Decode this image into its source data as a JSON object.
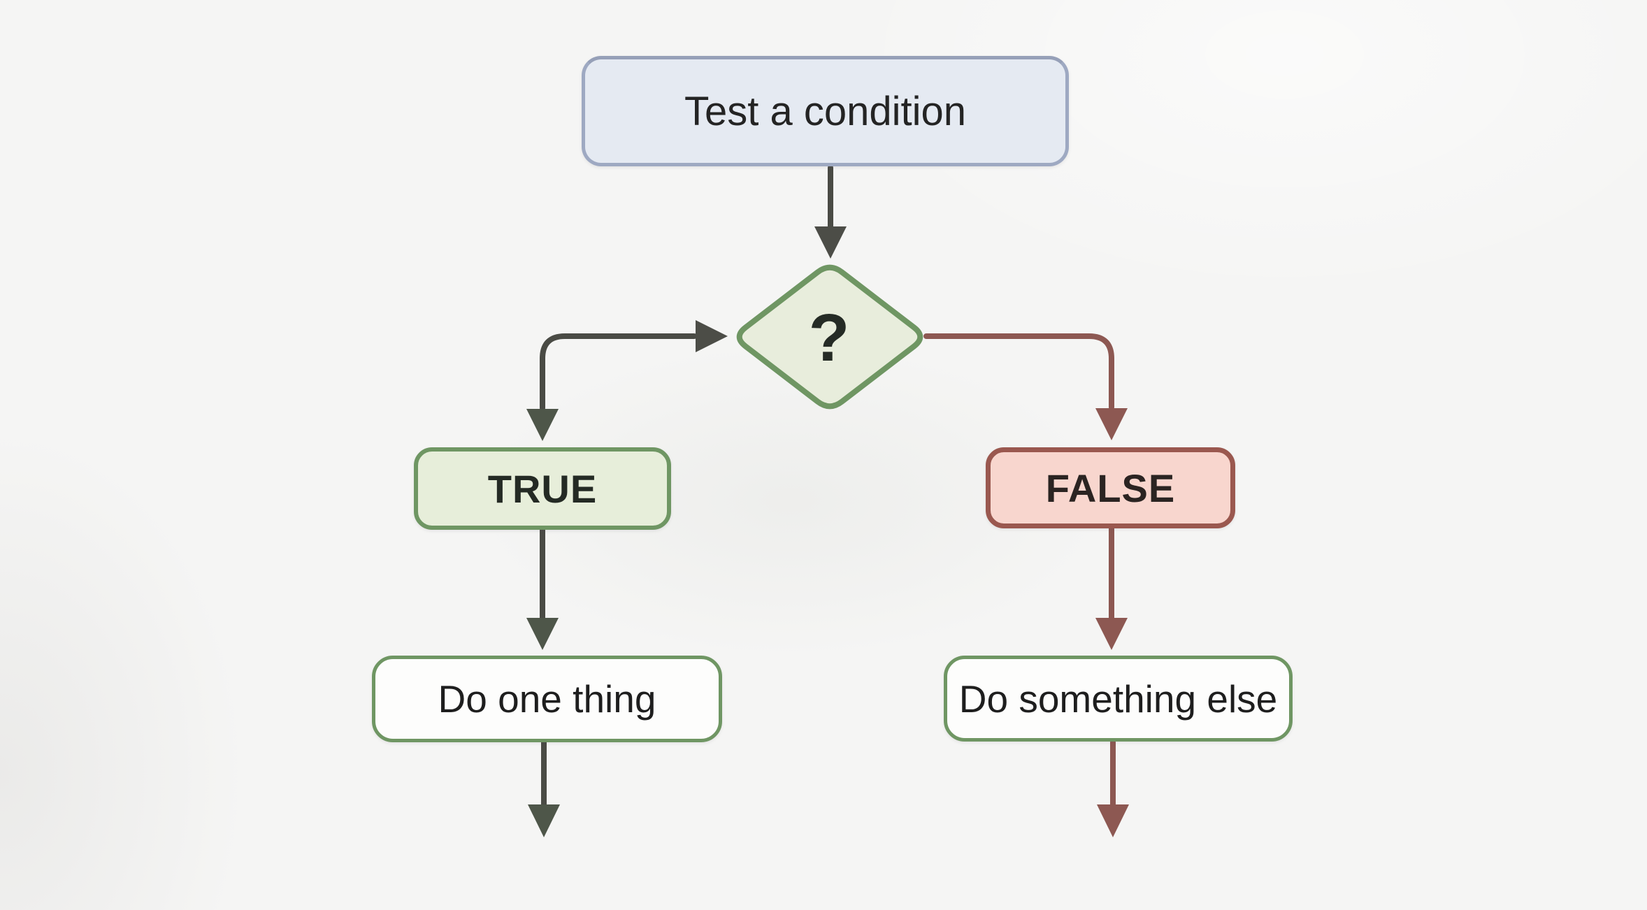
{
  "diagram": {
    "type": "flowchart",
    "background_color": "#f5f5f4",
    "nodes": {
      "condition": {
        "label": "Test a condition",
        "shape": "rounded-rectangle",
        "fill": "#e5eaf2",
        "border": "#9ea9c2"
      },
      "decision": {
        "label": "?",
        "shape": "diamond",
        "fill": "#e8eddc",
        "border": "#6f9663"
      },
      "true_branch": {
        "label": "TRUE",
        "shape": "rounded-rectangle",
        "fill": "#e7eeda",
        "border": "#6f9663"
      },
      "false_branch": {
        "label": "FALSE",
        "shape": "rounded-rectangle",
        "fill": "#f8d6ce",
        "border": "#9a584f"
      },
      "true_action": {
        "label": "Do one thing",
        "shape": "rounded-rectangle",
        "fill": "#fdfdfc",
        "border": "#6f9663"
      },
      "false_action": {
        "label": "Do something else",
        "shape": "rounded-rectangle",
        "fill": "#fdfdfc",
        "border": "#6f9663"
      }
    },
    "edges": [
      {
        "from": "condition",
        "to": "decision",
        "color": "#4a4b45"
      },
      {
        "from": "decision",
        "to": "true_branch",
        "color": "#4a4b45"
      },
      {
        "from": "decision",
        "to": "false_branch",
        "color": "#8d5852"
      },
      {
        "from": "true_branch",
        "to": "true_action",
        "color": "#4a4b45"
      },
      {
        "from": "false_branch",
        "to": "false_action",
        "color": "#8d5852"
      },
      {
        "from": "true_action",
        "to": "exit",
        "color": "#4a4b45"
      },
      {
        "from": "false_action",
        "to": "exit",
        "color": "#8d5852"
      }
    ],
    "connector_colors": {
      "true_path": "#4a4b45",
      "false_path": "#8d5852"
    }
  }
}
